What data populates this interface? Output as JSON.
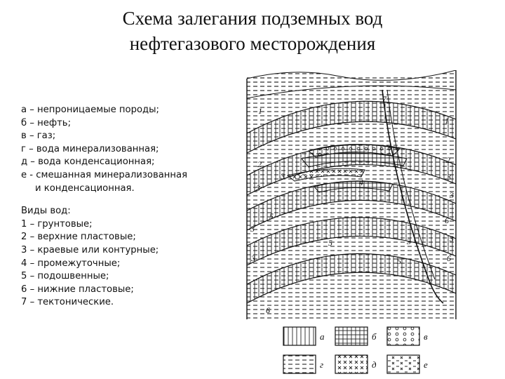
{
  "title": {
    "line1": "Схема залегания подземных вод",
    "line2": "нефтегазового месторождения"
  },
  "legend": {
    "items": [
      "а – непроницаемые породы;",
      "б – нефть;",
      "в – газ;",
      "г – вода минерализованная;",
      "д – вода конденсационная;",
      "е - смешанная минерализованная",
      "и конденсационная."
    ]
  },
  "water_types": {
    "heading": "Виды вод:",
    "items": [
      "1 – грунтовые;",
      "2 – верхние пластовые;",
      "3 – краевые или контурные;",
      "4 – промежуточные;",
      "5 – подошвенные;",
      "6 – нижние пластовые;",
      "7 – тектонические."
    ]
  },
  "diagram": {
    "layer_labels": [
      "1",
      "1",
      "2",
      "2",
      "3",
      "3",
      "3",
      "3",
      "3",
      "3",
      "3",
      "3",
      "4",
      "5",
      "5",
      "5",
      "6",
      "6",
      "6",
      "7"
    ],
    "key_labels": [
      "а",
      "б",
      "в",
      "г",
      "д",
      "е"
    ]
  }
}
